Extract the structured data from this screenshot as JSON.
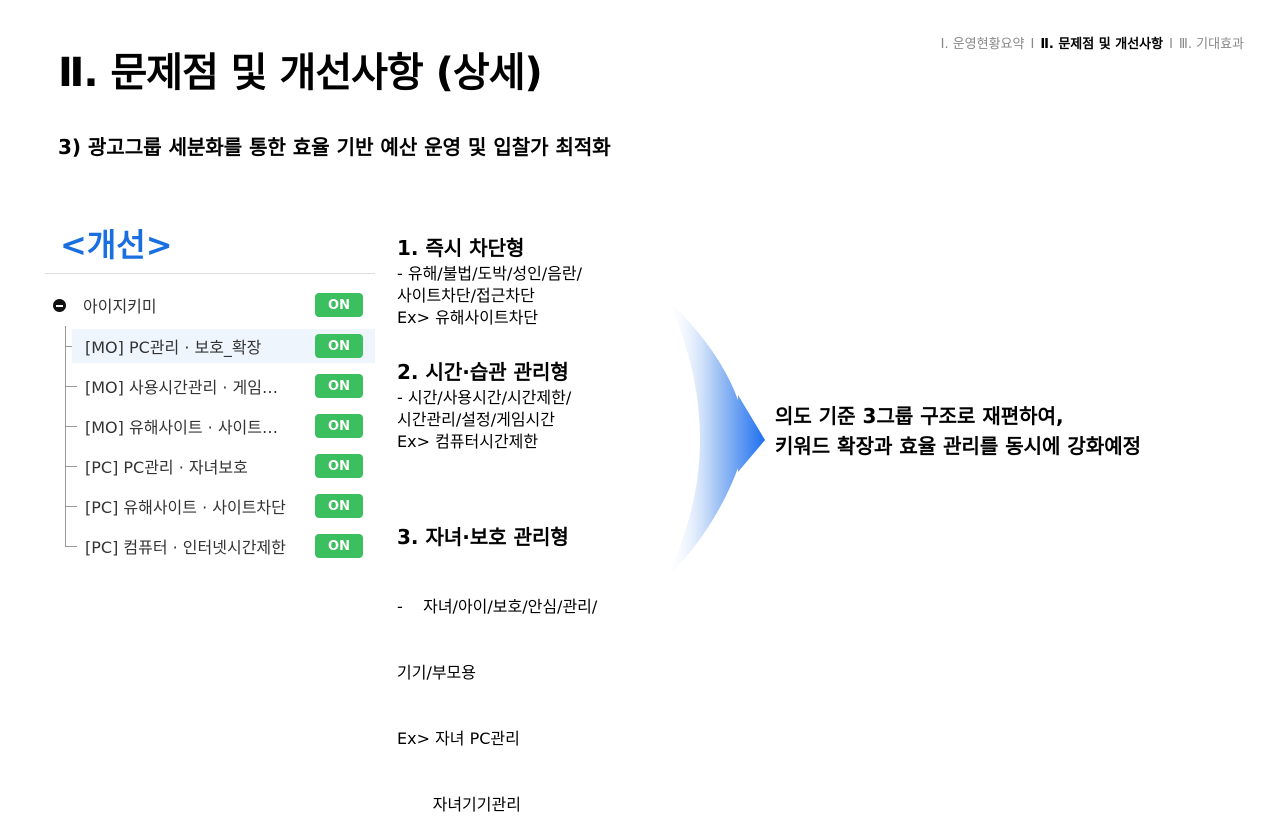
{
  "header": {
    "title": "Ⅱ. 문제점 및 개선사항 (상세)",
    "nav": [
      "Ⅰ. 운영현황요약",
      "Ⅱ. 문제점 및 개선사항",
      "Ⅲ. 기대효과"
    ],
    "nav_sep": "I"
  },
  "subtitle": "3) 광고그룹 세분화를 통한 효율 기반 예산 운영 및 입찰가 최적화",
  "section_label": "<개선>",
  "campaign": {
    "name": "아이지키미",
    "status": "ON",
    "groups": [
      {
        "name": "[MO] PC관리 · 보호_확장",
        "status": "ON"
      },
      {
        "name": "[MO] 사용시간관리 · 게임…",
        "status": "ON"
      },
      {
        "name": "[MO] 유해사이트 · 사이트…",
        "status": "ON"
      },
      {
        "name": "[PC] PC관리 · 자녀보호",
        "status": "ON"
      },
      {
        "name": "[PC] 유해사이트 · 사이트차단",
        "status": "ON"
      },
      {
        "name": "[PC] 컴퓨터 · 인터넷시간제한",
        "status": "ON"
      }
    ]
  },
  "groups": [
    {
      "title": "1. 즉시 차단형",
      "lines": [
        "- 유해/불법/도박/성인/음란/",
        "사이트차단/접근차단",
        "Ex> 유해사이트차단"
      ]
    },
    {
      "title": "2. 시간·습관 관리형",
      "lines": [
        "- 시간/사용시간/시간제한/",
        "시간관리/설정/게임시간",
        "Ex> 컴퓨터시간제한"
      ]
    },
    {
      "title": "3. 자녀·보호 관리형",
      "lines": [
        "-    자녀/아이/보호/안심/관리/",
        "기기/부모용",
        "Ex> 자녀 PC관리",
        "       자녀기기관리"
      ]
    }
  ],
  "conclusion": [
    "의도 기준 3그룹 구조로 재편하여,",
    "키워드 확장과 효율 관리를 동시에 강화예정"
  ],
  "colors": {
    "accent": "#1a6fe0",
    "on": "#3cbf5f"
  }
}
